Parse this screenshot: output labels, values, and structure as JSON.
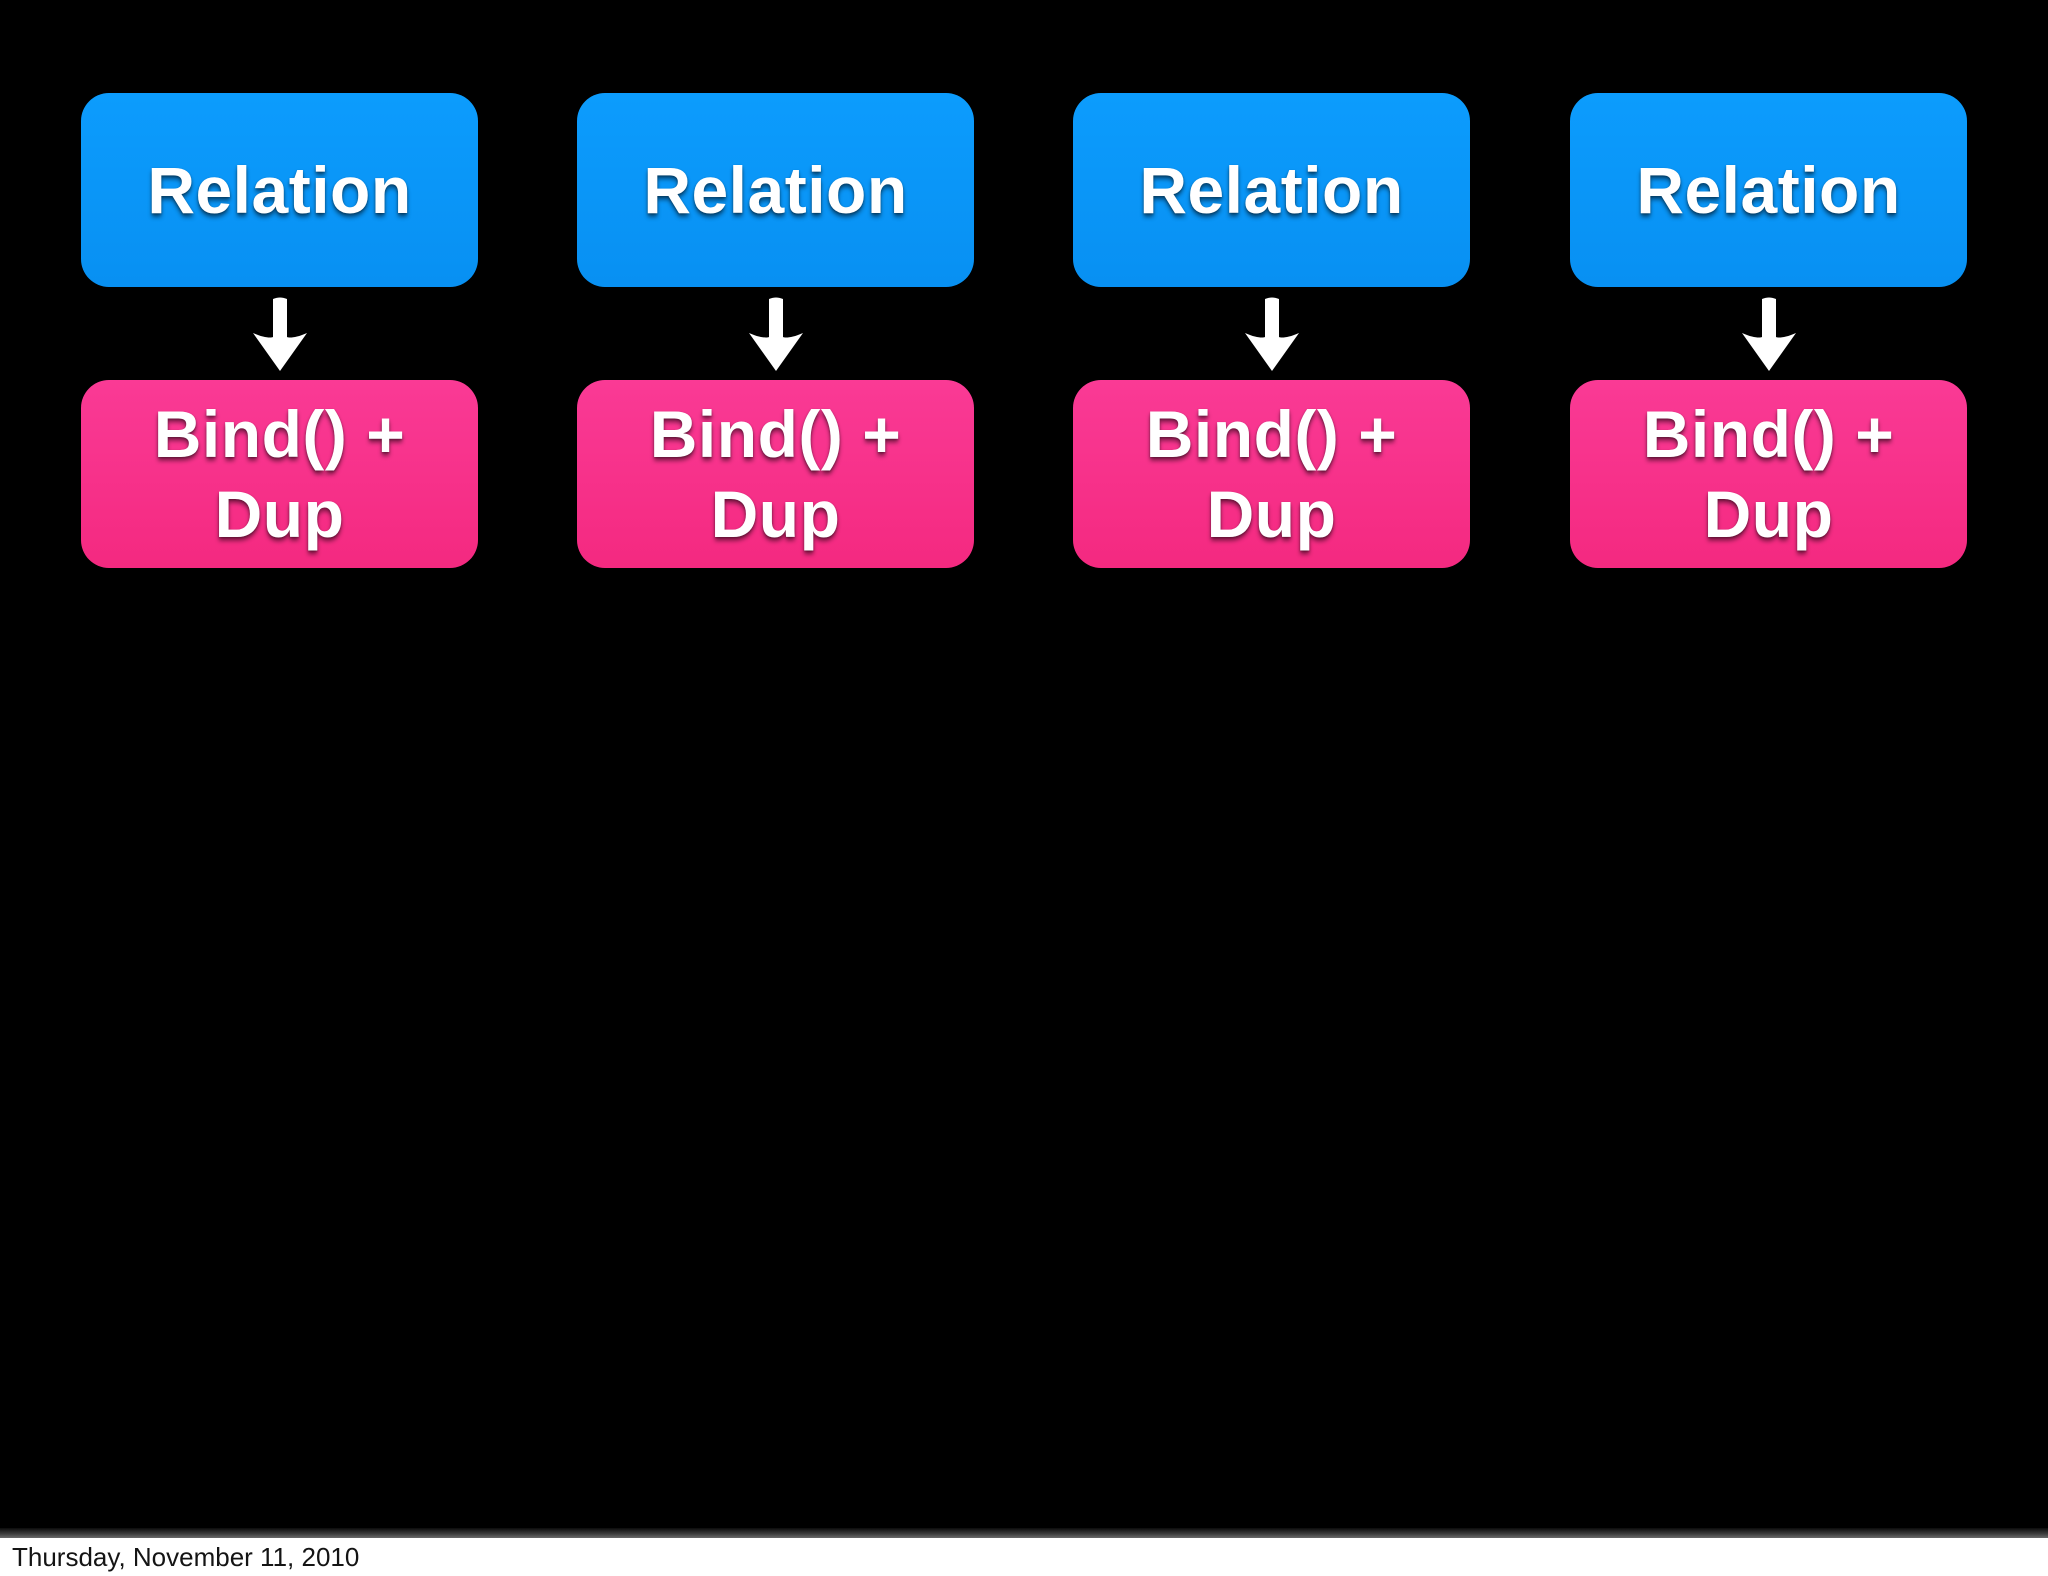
{
  "slide": {
    "background_color": "#000000",
    "colors": {
      "relation_box": "#0A96FA",
      "relation_gradient_top": "#0C9CFD",
      "relation_gradient_bottom": "#0890F2",
      "bind_box": "#F72E8A",
      "bind_gradient_top": "#FA3A95",
      "bind_gradient_bottom": "#F42980",
      "label_text": "#FFFFFF"
    },
    "columns": [
      {
        "relation_label": "Relation",
        "bind_line1": "Bind() +",
        "bind_line2": "Dup"
      },
      {
        "relation_label": "Relation",
        "bind_line1": "Bind() +",
        "bind_line2": "Dup"
      },
      {
        "relation_label": "Relation",
        "bind_line1": "Bind() +",
        "bind_line2": "Dup"
      },
      {
        "relation_label": "Relation",
        "bind_line1": "Bind() +",
        "bind_line2": "Dup"
      }
    ],
    "arrow_icon": "down-arrow"
  },
  "footer": {
    "date_text": "Thursday, November 11, 2010",
    "background_color": "#FFFFFF",
    "text_color": "#141414"
  }
}
